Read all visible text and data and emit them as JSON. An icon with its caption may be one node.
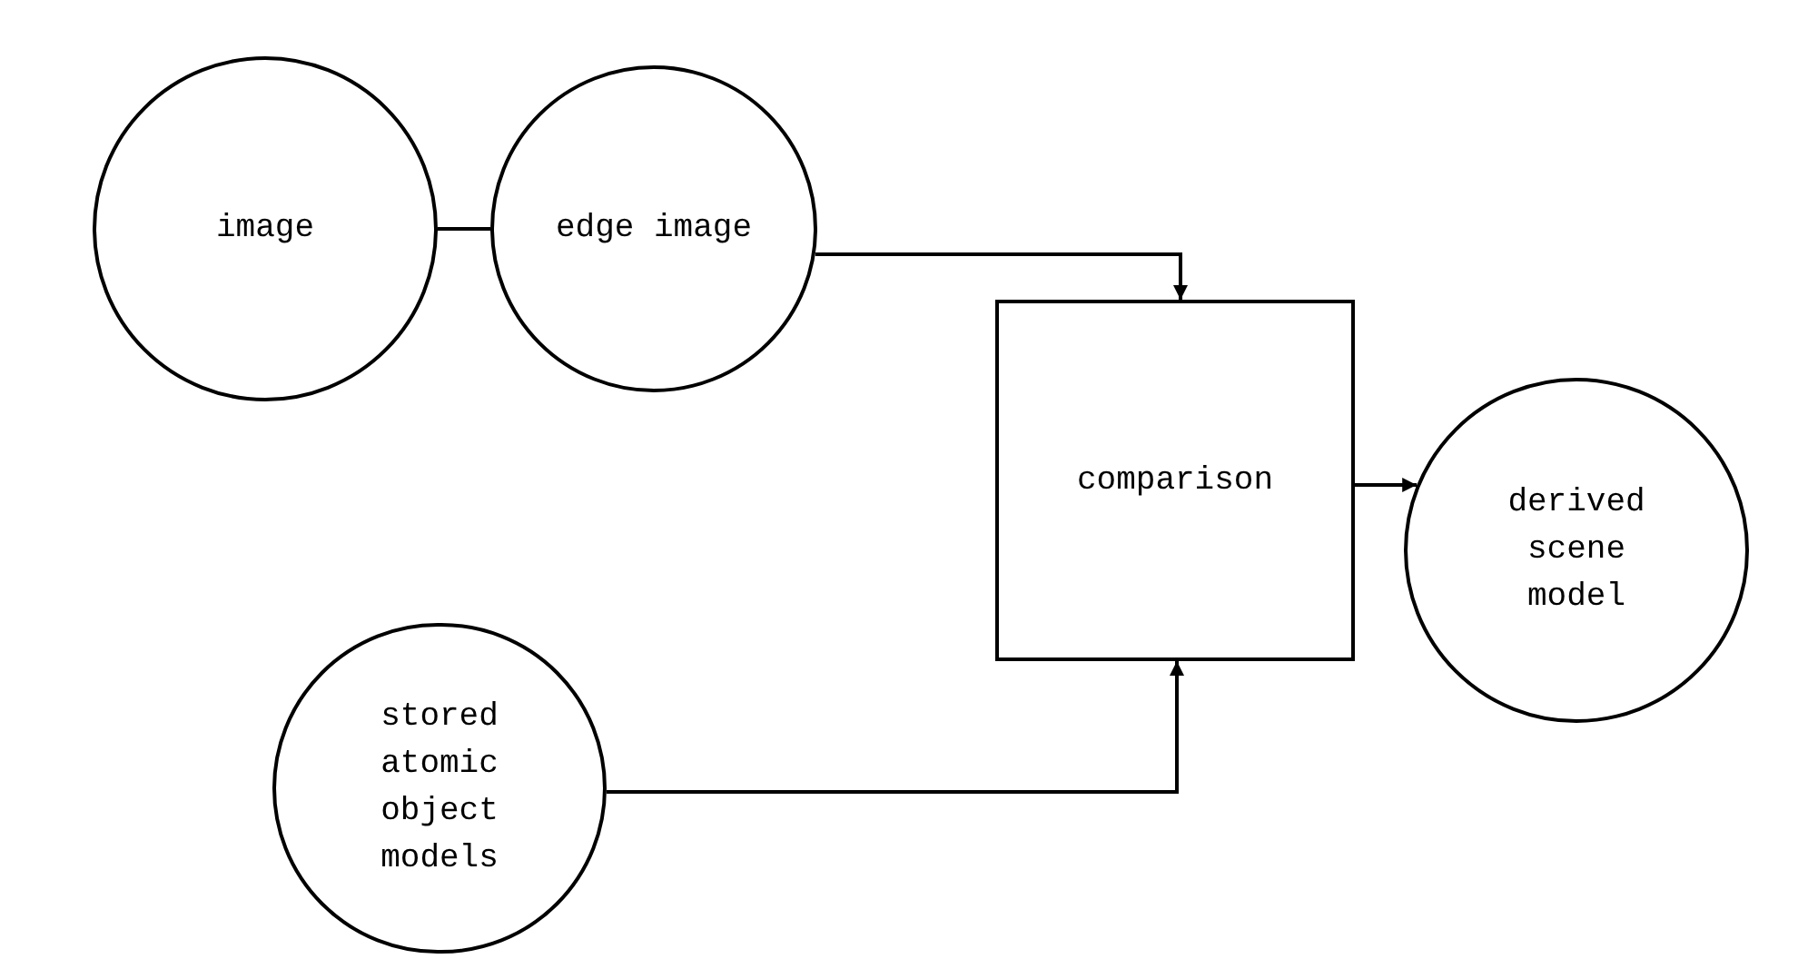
{
  "diagram": {
    "nodes": [
      {
        "text": [
          "image"
        ]
      },
      {
        "text": [
          "edge image"
        ]
      },
      {
        "text": [
          "comparison"
        ]
      },
      {
        "text": [
          "derived scene model"
        ]
      },
      {
        "text": [
          "stored atomic object models"
        ]
      }
    ],
    "edges": [
      {
        "from": 0,
        "to": 1,
        "arrow": "none"
      },
      {
        "from": 1,
        "to": 2,
        "arrow": "to"
      },
      {
        "from": 4,
        "to": 2,
        "arrow": "to"
      },
      {
        "from": 2,
        "to": 3,
        "arrow": "to"
      }
    ]
  }
}
